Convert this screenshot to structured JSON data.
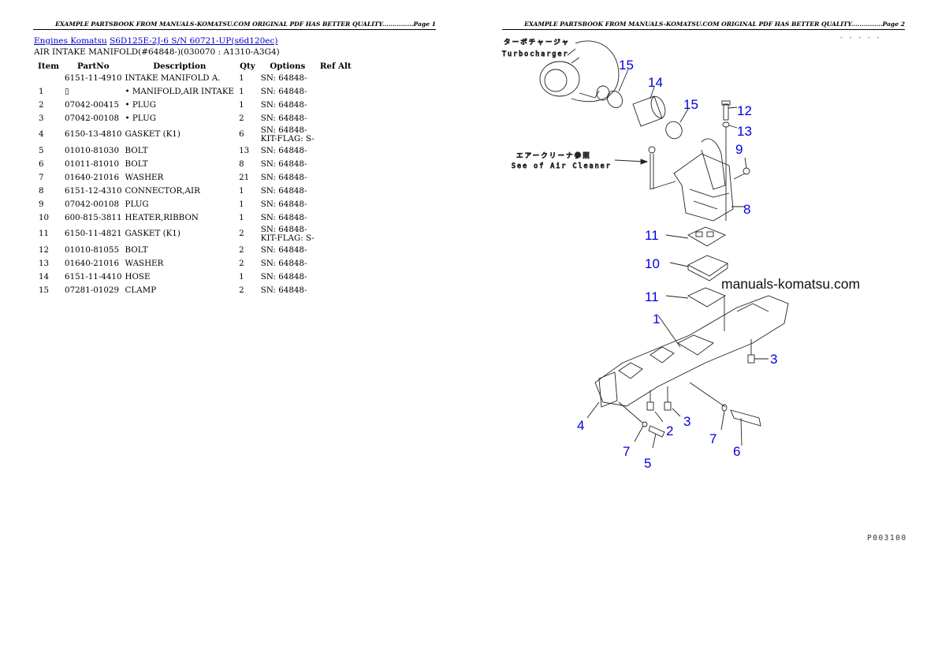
{
  "pages": [
    {
      "header": "EXAMPLE PARTSBOOK FROM MANUALS-KOMATSU.COM ORIGINAL PDF HAS BETTER QUALITY...............Page 1"
    },
    {
      "header": "EXAMPLE PARTSBOOK FROM MANUALS-KOMATSU.COM ORIGINAL PDF HAS BETTER QUALITY...............Page 2"
    }
  ],
  "breadcrumb": {
    "links": [
      "Engines Komatsu",
      "S6D125E-2J-6 S/N 60721-UP(s6d120ec)"
    ]
  },
  "section_title": "AIR INTAKE MANIFOLD(#64848-)(030070 : A1310-A3G4)",
  "table": {
    "headers": [
      "Item",
      "PartNo",
      "Description",
      "Qty",
      "Options",
      "Ref Alt"
    ],
    "rows": [
      {
        "item": "",
        "partno": "6151-11-4910",
        "desc": "INTAKE  MANIFOLD A.",
        "qty": "1",
        "opt1": "SN: 64848-",
        "opt2": ""
      },
      {
        "item": "1",
        "partno": "▯",
        "desc": "• MANIFOLD,AIR INTAKE",
        "qty": "1",
        "opt1": "SN: 64848-",
        "opt2": ""
      },
      {
        "item": "2",
        "partno": "07042-00415",
        "desc": "• PLUG",
        "qty": "1",
        "opt1": "SN: 64848-",
        "opt2": ""
      },
      {
        "item": "3",
        "partno": "07042-00108",
        "desc": "• PLUG",
        "qty": "2",
        "opt1": "SN: 64848-",
        "opt2": ""
      },
      {
        "item": "4",
        "partno": "6150-13-4810",
        "desc": "GASKET (K1)",
        "qty": "6",
        "opt1": "SN: 64848-",
        "opt2": "KIT-FLAG: S-"
      },
      {
        "item": "5",
        "partno": "01010-81030",
        "desc": "BOLT",
        "qty": "13",
        "opt1": "SN: 64848-",
        "opt2": ""
      },
      {
        "item": "6",
        "partno": "01011-81010",
        "desc": "BOLT",
        "qty": "8",
        "opt1": "SN: 64848-",
        "opt2": ""
      },
      {
        "item": "7",
        "partno": "01640-21016",
        "desc": "WASHER",
        "qty": "21",
        "opt1": "SN: 64848-",
        "opt2": ""
      },
      {
        "item": "8",
        "partno": "6151-12-4310",
        "desc": "CONNECTOR,AIR",
        "qty": "1",
        "opt1": "SN: 64848-",
        "opt2": ""
      },
      {
        "item": "9",
        "partno": "07042-00108",
        "desc": "PLUG",
        "qty": "1",
        "opt1": "SN: 64848-",
        "opt2": ""
      },
      {
        "item": "10",
        "partno": "600-815-3811",
        "desc": "HEATER,RIBBON",
        "qty": "1",
        "opt1": "SN: 64848-",
        "opt2": ""
      },
      {
        "item": "11",
        "partno": "6150-11-4821",
        "desc": "GASKET (K1)",
        "qty": "2",
        "opt1": "SN: 64848-",
        "opt2": "KIT-FLAG: S-"
      },
      {
        "item": "12",
        "partno": "01010-81055",
        "desc": "BOLT",
        "qty": "2",
        "opt1": "SN: 64848-",
        "opt2": ""
      },
      {
        "item": "13",
        "partno": "01640-21016",
        "desc": "WASHER",
        "qty": "2",
        "opt1": "SN: 64848-",
        "opt2": ""
      },
      {
        "item": "14",
        "partno": "6151-11-4410",
        "desc": "HOSE",
        "qty": "1",
        "opt1": "SN: 64848-",
        "opt2": ""
      },
      {
        "item": "15",
        "partno": "07281-01029",
        "desc": "CLAMP",
        "qty": "2",
        "opt1": "SN: 64848-",
        "opt2": ""
      }
    ]
  },
  "diagram": {
    "labels": {
      "turbo_jp": "ターボチャージャ",
      "turbo_en": "Turbocharger",
      "aircleaner_jp": "エアークリーナ参照",
      "aircleaner_en": "See of Air Cleaner"
    },
    "callouts": [
      "15",
      "14",
      "15",
      "12",
      "13",
      "9",
      "8",
      "11",
      "10",
      "11",
      "1",
      "3",
      "4",
      "2",
      "3",
      "7",
      "5",
      "7",
      "6"
    ],
    "watermark": "manuals-komatsu.com",
    "drawing_code": "P003100",
    "top_marks": "- - -   - -",
    "callout_color": "#0000e0"
  }
}
